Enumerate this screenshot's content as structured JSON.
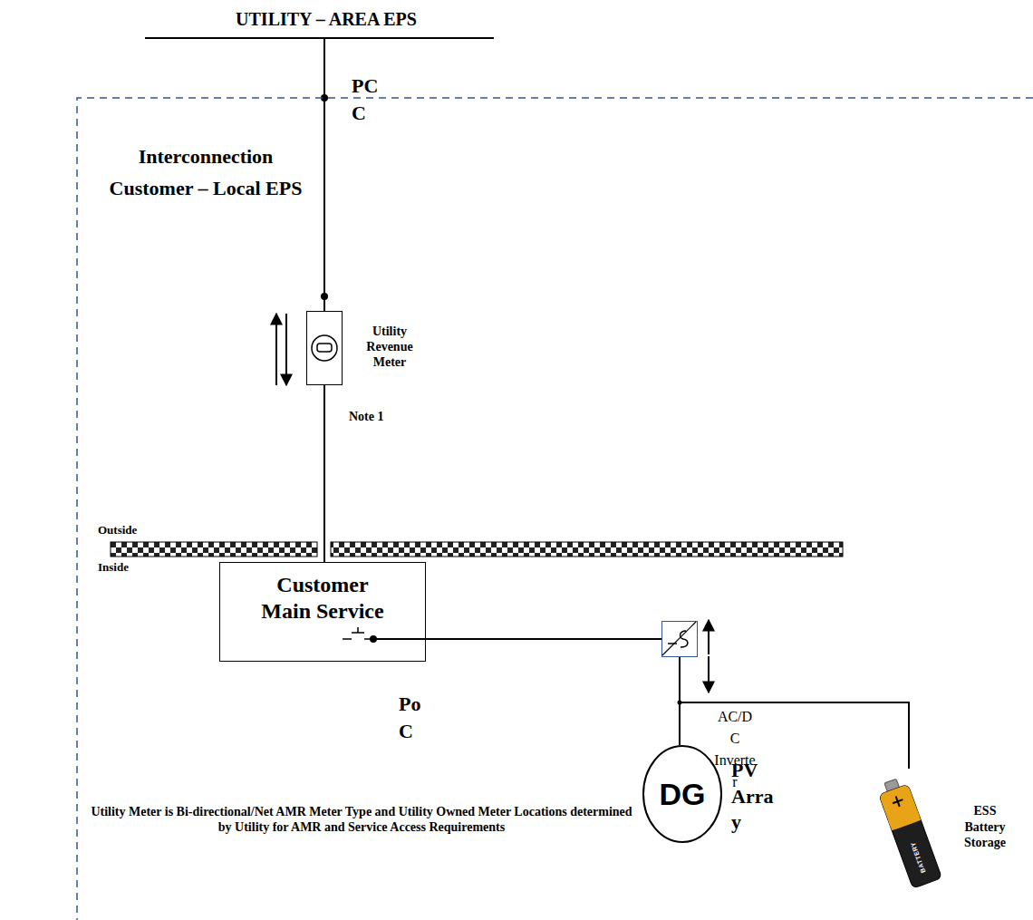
{
  "diagram": {
    "nodes": [
      {
        "text": [
          "Utility Revenue Meter"
        ]
      },
      {
        "text": [
          "Customer Main Service"
        ]
      },
      {
        "text": [
          "AC/D C Inverte r"
        ]
      },
      {
        "text": [
          "DG",
          "PV Arra y"
        ]
      },
      {
        "text": [
          "ESS Battery Storage"
        ]
      }
    ],
    "edges": [
      {
        "from": 0,
        "to": 1,
        "arrow": "none"
      },
      {
        "from": 1,
        "to": 2,
        "arrow": "none"
      },
      {
        "from": 2,
        "to": 3,
        "arrow": "none"
      },
      {
        "from": 2,
        "to": 4,
        "arrow": "none"
      }
    ],
    "labels": [
      "UTILITY – AREA EPS",
      "PC C",
      "Interconnection Customer – Local EPS",
      "Note 1",
      "Outside",
      "Inside",
      "Po C",
      "Utility Meter is Bi-directional/Net AMR Meter Type and Utility Owned Meter Locations determined by Utility for AMR and Service Access Requirements",
      "BATTERY"
    ]
  }
}
